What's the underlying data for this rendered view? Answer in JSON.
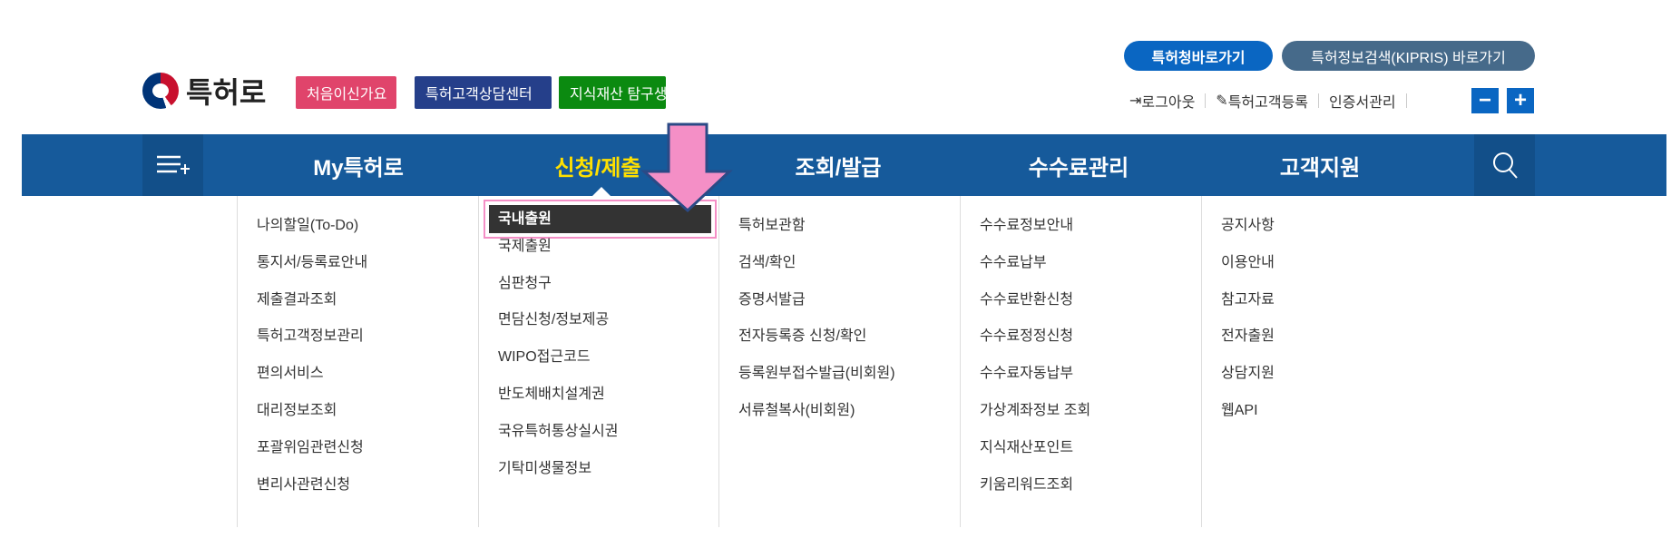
{
  "header": {
    "logo_text": "특허로",
    "tag_buttons": [
      {
        "label": "처음이신가요",
        "color": "#e0446b"
      },
      {
        "label": "특허고객상담센터",
        "color": "#253f8a"
      },
      {
        "label": "지식재산 탐구생활",
        "color": "#0b8a10"
      }
    ],
    "pills": [
      {
        "label": "특허청바로가기",
        "color": "#0a66c2"
      },
      {
        "label": "특허정보검색(KIPRIS) 바로가기",
        "color": "#466a8a"
      }
    ],
    "links": [
      "로그아웃",
      "특허고객등록",
      "인증서관리"
    ],
    "zoom_out": "−",
    "zoom_in": "+"
  },
  "nav": {
    "items": [
      "My특허로",
      "신청/제출",
      "조회/발급",
      "수수료관리",
      "고객지원"
    ],
    "active_index": 1,
    "active_color": "#ffe000"
  },
  "menu": {
    "columns": [
      [
        "나의할일(To-Do)",
        "통지서/등록료안내",
        "제출결과조회",
        "특허고객정보관리",
        "편의서비스",
        "대리정보조회",
        "포괄위임관련신청",
        "변리사관련신청"
      ],
      [
        "국내출원",
        "국제출원",
        "심판청구",
        "면담신청/정보제공",
        "WIPO접근코드",
        "반도체배치설계권",
        "국유특허통상실시권",
        "기탁미생물정보"
      ],
      [
        "특허보관함",
        "검색/확인",
        "증명서발급",
        "전자등록증 신청/확인",
        "등록원부접수발급(비회원)",
        "서류철복사(비회원)"
      ],
      [
        "수수료정보안내",
        "수수료납부",
        "수수료반환신청",
        "수수료정정신청",
        "수수료자동납부",
        "가상계좌정보 조회",
        "지식재산포인트",
        "키움리워드조회"
      ],
      [
        "공지사항",
        "이용안내",
        "참고자료",
        "전자출원",
        "상담지원",
        "웹API"
      ]
    ],
    "highlighted": "국내출원"
  },
  "annotation": {
    "arrow_color": "#f48fc6"
  }
}
